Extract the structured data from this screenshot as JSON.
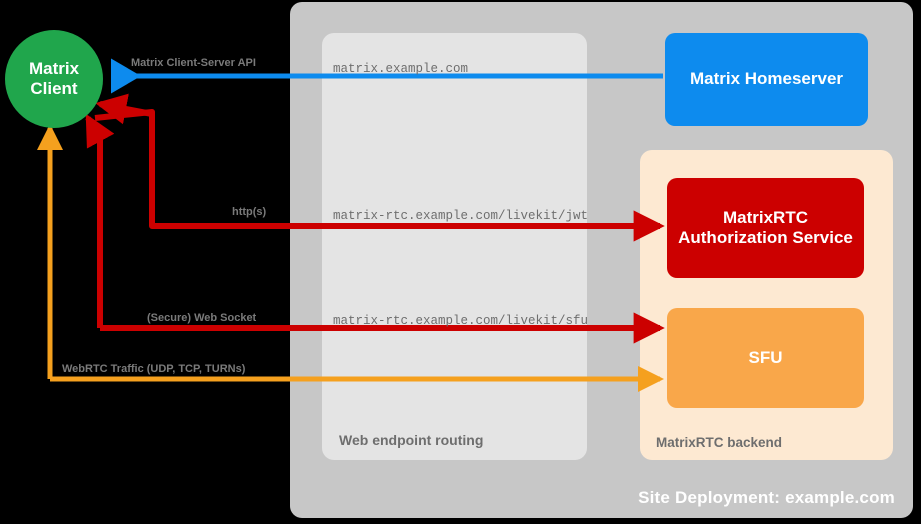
{
  "site": {
    "label": "Site Deployment: example.com",
    "bg_color": "#c7c7c7"
  },
  "routing": {
    "label": "Web endpoint routing",
    "bg_color": "#e4e4e4",
    "endpoints": [
      "matrix.example.com",
      "matrix-rtc.example.com/livekit/jwt",
      "matrix-rtc.example.com/livekit/sfu"
    ]
  },
  "backend": {
    "label": "MatrixRTC backend",
    "bg_color": "#fde9d2"
  },
  "nodes": {
    "client": {
      "line1": "Matrix",
      "line2": "Client",
      "color": "#20a64c"
    },
    "homeserver": {
      "label": "Matrix Homeserver",
      "color": "#0d8bee"
    },
    "auth_service": {
      "label": "MatrixRTC Authorization Service",
      "color": "#cc0000"
    },
    "sfu": {
      "label": "SFU",
      "color": "#f9a74a"
    }
  },
  "connections": [
    {
      "label": "Matrix Client-Server API",
      "color": "#0d8bee",
      "endpoint": "matrix.example.com",
      "target": "Matrix Homeserver"
    },
    {
      "label": "http(s)",
      "color": "#cc0000",
      "endpoint": "matrix-rtc.example.com/livekit/jwt",
      "target": "MatrixRTC Authorization Service"
    },
    {
      "label": "(Secure) Web Socket",
      "color": "#cc0000",
      "endpoint": "matrix-rtc.example.com/livekit/sfu",
      "target": "SFU"
    },
    {
      "label": "WebRTC Traffic (UDP, TCP, TURNs)",
      "color": "#f5a01e",
      "endpoint": "",
      "target": "SFU"
    }
  ]
}
